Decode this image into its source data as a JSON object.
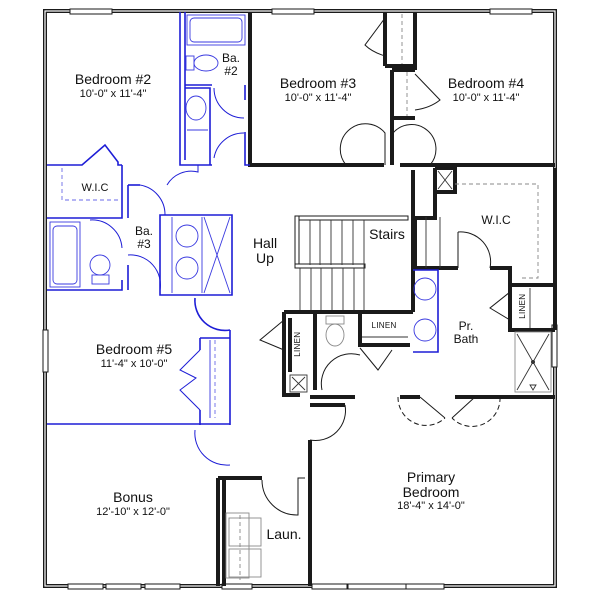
{
  "plan": {
    "type": "second-floor-plan",
    "colors": {
      "wall": "#1a1a1a",
      "highlight": "#1d1dd6",
      "fixture": "#8a8a8a"
    },
    "rooms": {
      "bedroom2": {
        "name": "Bedroom #2",
        "dims": "10'-0\" x 11'-4\""
      },
      "bedroom3": {
        "name": "Bedroom #3",
        "dims": "10'-0\" x 11'-4\""
      },
      "bedroom4": {
        "name": "Bedroom #4",
        "dims": "10'-0\" x 11'-4\""
      },
      "bedroom5": {
        "name": "Bedroom #5",
        "dims": "11'-4\" x 10'-0\""
      },
      "bonus": {
        "name": "Bonus",
        "dims": "12'-10\" x 12'-0\""
      },
      "primary": {
        "name_line1": "Primary",
        "name_line2": "Bedroom",
        "dims": "18'-4\" x 14'-0\""
      },
      "bath2": {
        "line1": "Ba.",
        "line2": "#2"
      },
      "bath3": {
        "line1": "Ba.",
        "line2": "#3"
      },
      "pr_bath": {
        "line1": "Pr.",
        "line2": "Bath"
      },
      "wic_left": {
        "name": "W.I.C"
      },
      "wic_primary": {
        "name": "W.I.C"
      },
      "hall": {
        "line1": "Hall",
        "line2": "Up"
      },
      "stairs": {
        "name": "Stairs"
      },
      "laundry": {
        "name": "Laun."
      },
      "linen_hall": {
        "name": "LINEN"
      },
      "linen_center": {
        "name": "LINEN"
      },
      "linen_primary": {
        "name": "LINEN"
      }
    }
  }
}
